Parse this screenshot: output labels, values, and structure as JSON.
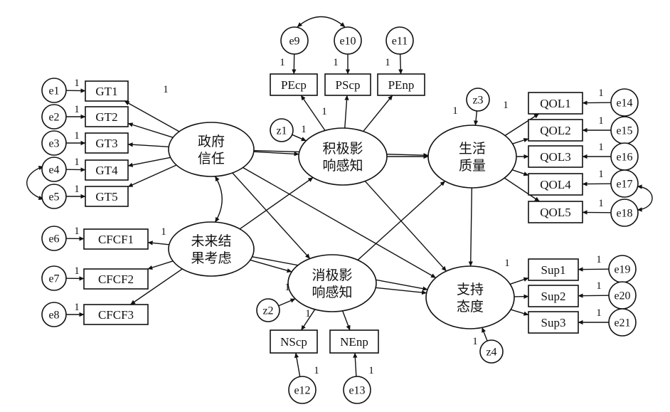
{
  "latents": [
    {
      "id": "GT",
      "lines": [
        "政府",
        "信任"
      ]
    },
    {
      "id": "CFC",
      "lines": [
        "未来结",
        "果考虑"
      ]
    },
    {
      "id": "PP",
      "lines": [
        "积极影",
        "响感知"
      ]
    },
    {
      "id": "NP",
      "lines": [
        "消极影",
        "响感知"
      ]
    },
    {
      "id": "QOL",
      "lines": [
        "生活",
        "质量"
      ]
    },
    {
      "id": "SUP",
      "lines": [
        "支持",
        "态度"
      ]
    }
  ],
  "indicators": [
    {
      "id": "GT1",
      "label": "GT1"
    },
    {
      "id": "GT2",
      "label": "GT2"
    },
    {
      "id": "GT3",
      "label": "GT3"
    },
    {
      "id": "GT4",
      "label": "GT4"
    },
    {
      "id": "GT5",
      "label": "GT5"
    },
    {
      "id": "CFCF1",
      "label": "CFCF1"
    },
    {
      "id": "CFCF2",
      "label": "CFCF2"
    },
    {
      "id": "CFCF3",
      "label": "CFCF3"
    },
    {
      "id": "PEcp",
      "label": "PEcp"
    },
    {
      "id": "PScp",
      "label": "PScp"
    },
    {
      "id": "PEnp",
      "label": "PEnp"
    },
    {
      "id": "NScp",
      "label": "NScp"
    },
    {
      "id": "NEnp",
      "label": "NEnp"
    },
    {
      "id": "QOL1",
      "label": "QOL1"
    },
    {
      "id": "QOL2",
      "label": "QOL2"
    },
    {
      "id": "QOL3",
      "label": "QOL3"
    },
    {
      "id": "QOL4",
      "label": "QOL4"
    },
    {
      "id": "QOL5",
      "label": "QOL5"
    },
    {
      "id": "Sup1",
      "label": "Sup1"
    },
    {
      "id": "Sup2",
      "label": "Sup2"
    },
    {
      "id": "Sup3",
      "label": "Sup3"
    }
  ],
  "errors": [
    {
      "id": "e1",
      "label": "e1"
    },
    {
      "id": "e2",
      "label": "e2"
    },
    {
      "id": "e3",
      "label": "e3"
    },
    {
      "id": "e4",
      "label": "e4"
    },
    {
      "id": "e5",
      "label": "e5"
    },
    {
      "id": "e6",
      "label": "e6"
    },
    {
      "id": "e7",
      "label": "e7"
    },
    {
      "id": "e8",
      "label": "e8"
    },
    {
      "id": "e9",
      "label": "e9"
    },
    {
      "id": "e10",
      "label": "e10"
    },
    {
      "id": "e11",
      "label": "e11"
    },
    {
      "id": "e12",
      "label": "e12"
    },
    {
      "id": "e13",
      "label": "e13"
    },
    {
      "id": "e14",
      "label": "e14"
    },
    {
      "id": "e15",
      "label": "e15"
    },
    {
      "id": "e16",
      "label": "e16"
    },
    {
      "id": "e17",
      "label": "e17"
    },
    {
      "id": "e18",
      "label": "e18"
    },
    {
      "id": "e19",
      "label": "e19"
    },
    {
      "id": "e20",
      "label": "e20"
    },
    {
      "id": "e21",
      "label": "e21"
    },
    {
      "id": "z1",
      "label": "z1"
    },
    {
      "id": "z2",
      "label": "z2"
    },
    {
      "id": "z3",
      "label": "z3"
    },
    {
      "id": "z4",
      "label": "z4"
    }
  ],
  "weight_label": "1",
  "paths": [
    [
      "GT",
      "GT1"
    ],
    [
      "GT",
      "GT2"
    ],
    [
      "GT",
      "GT3"
    ],
    [
      "GT",
      "GT4"
    ],
    [
      "GT",
      "GT5"
    ],
    [
      "CFC",
      "CFCF1"
    ],
    [
      "CFC",
      "CFCF2"
    ],
    [
      "CFC",
      "CFCF3"
    ],
    [
      "PP",
      "PEcp"
    ],
    [
      "PP",
      "PScp"
    ],
    [
      "PP",
      "PEnp"
    ],
    [
      "NP",
      "NScp"
    ],
    [
      "NP",
      "NEnp"
    ],
    [
      "QOL",
      "QOL1"
    ],
    [
      "QOL",
      "QOL2"
    ],
    [
      "QOL",
      "QOL3"
    ],
    [
      "QOL",
      "QOL4"
    ],
    [
      "QOL",
      "QOL5"
    ],
    [
      "SUP",
      "Sup1"
    ],
    [
      "SUP",
      "Sup2"
    ],
    [
      "SUP",
      "Sup3"
    ],
    [
      "GT",
      "PP"
    ],
    [
      "GT",
      "NP"
    ],
    [
      "GT",
      "SUP"
    ],
    [
      "GT",
      "QOL"
    ],
    [
      "CFC",
      "PP"
    ],
    [
      "CFC",
      "NP"
    ],
    [
      "CFC",
      "SUP"
    ],
    [
      "PP",
      "QOL"
    ],
    [
      "PP",
      "SUP"
    ],
    [
      "NP",
      "QOL"
    ],
    [
      "NP",
      "SUP"
    ],
    [
      "QOL",
      "SUP"
    ]
  ],
  "covariances": [
    [
      "GT",
      "CFC"
    ],
    [
      "e4",
      "e5"
    ],
    [
      "e9",
      "e10"
    ],
    [
      "e17",
      "e18"
    ]
  ]
}
